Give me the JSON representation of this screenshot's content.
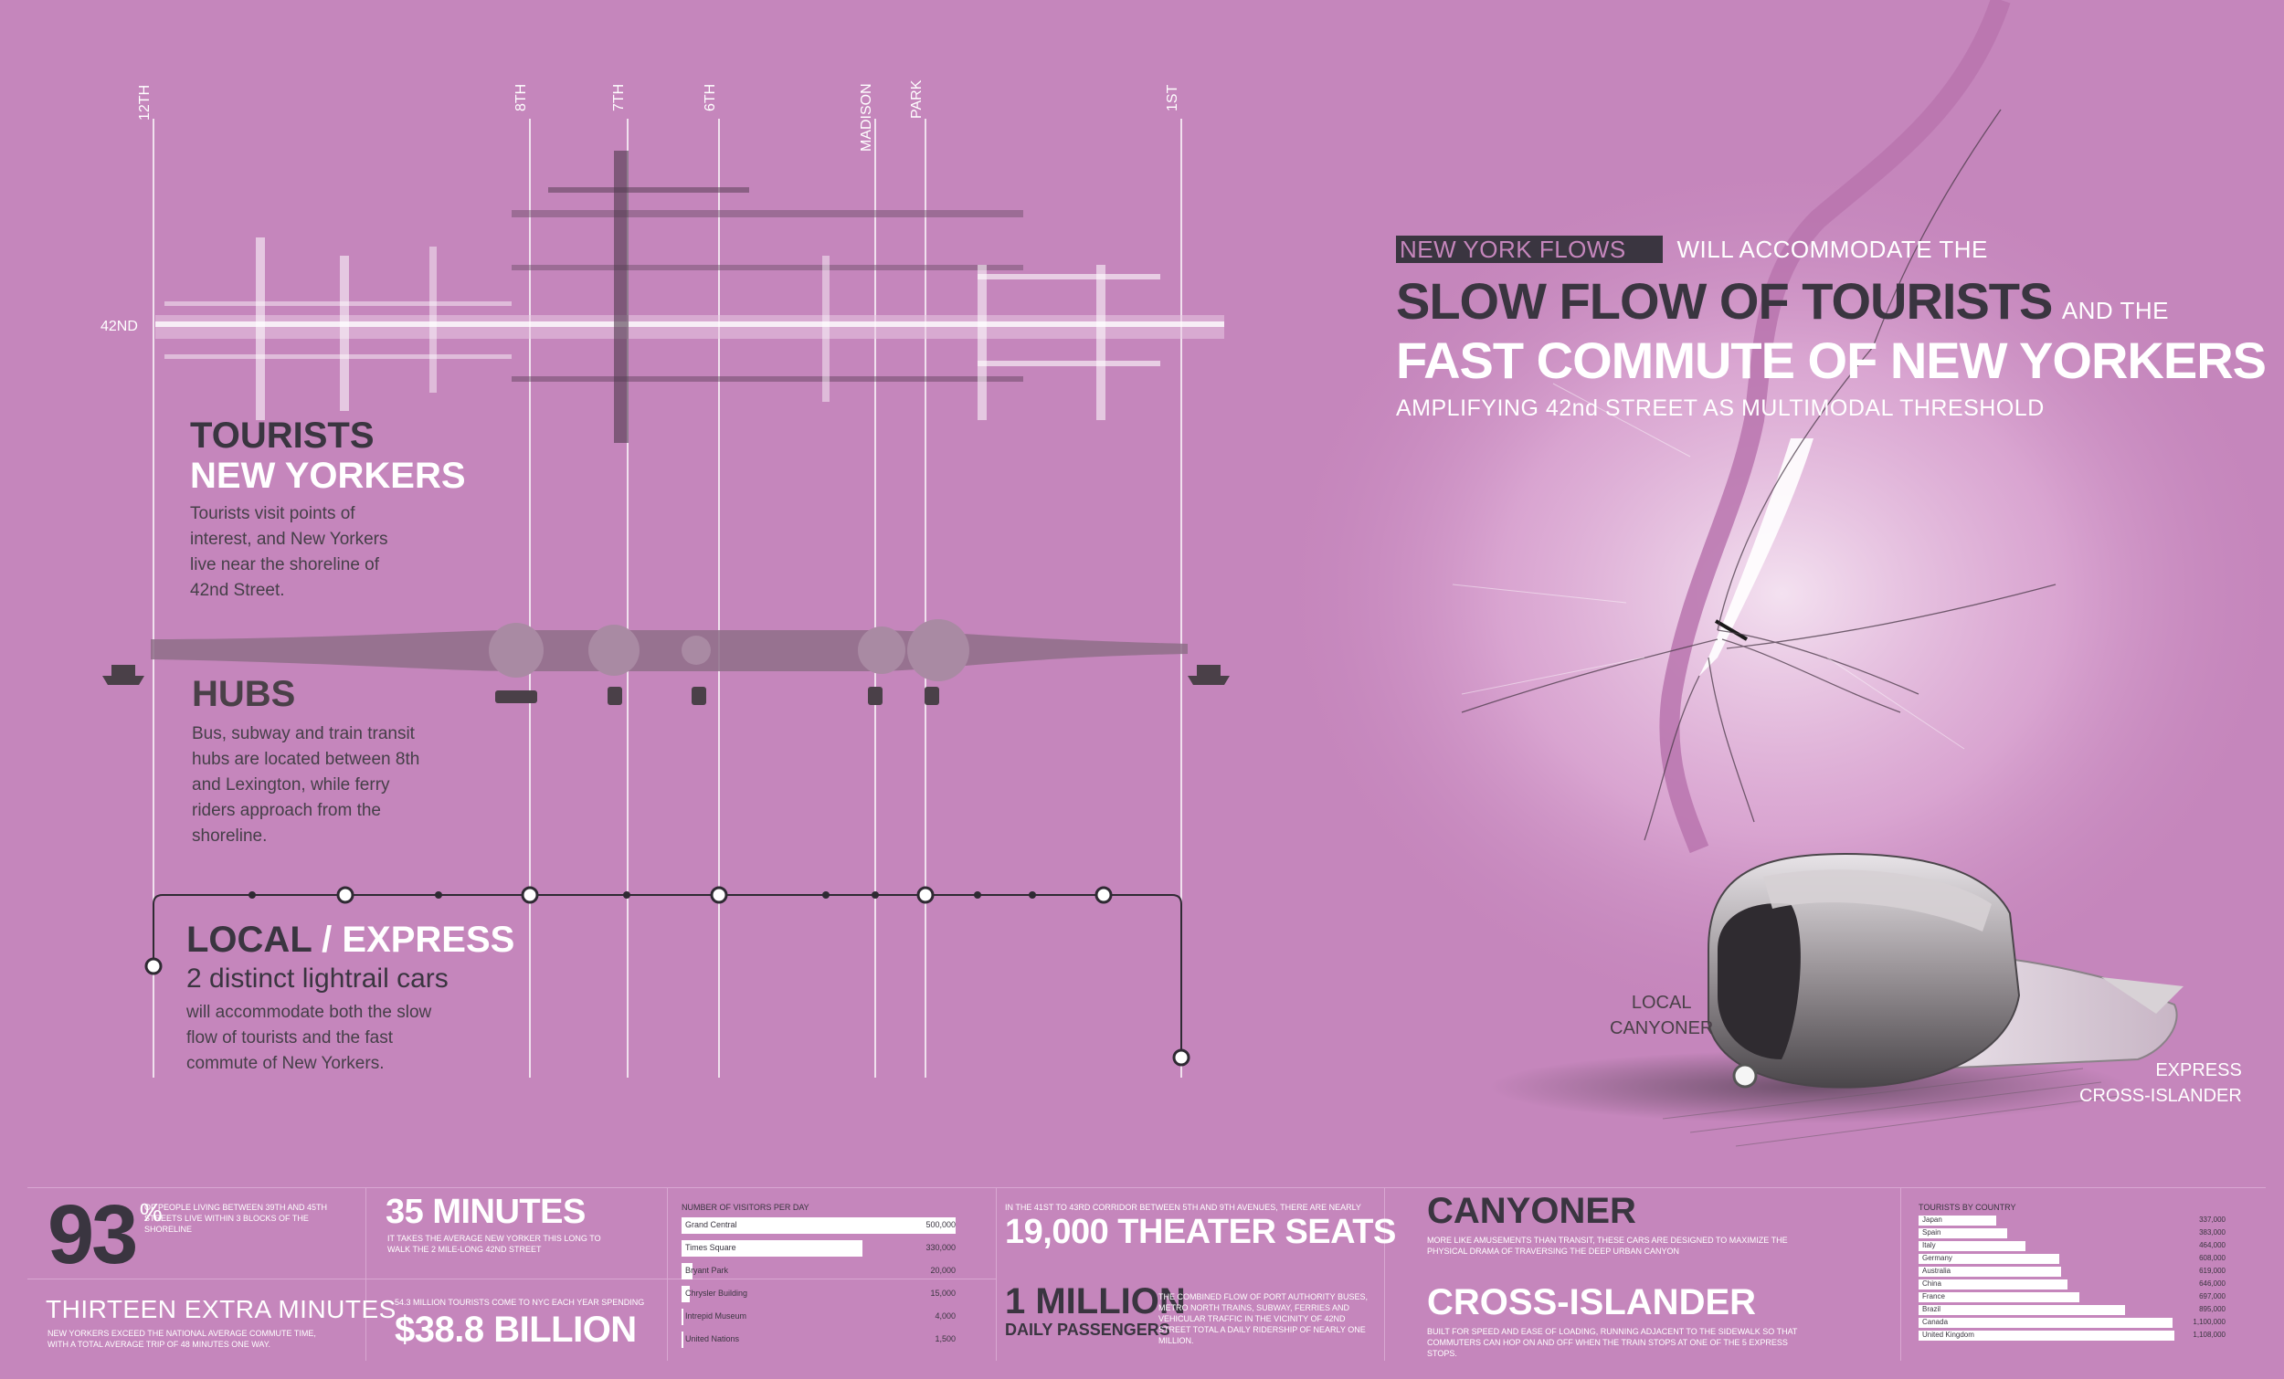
{
  "streets": [
    "12TH",
    "8TH",
    "7TH",
    "6TH",
    "MADISON",
    "PARK",
    "1ST"
  ],
  "street_42": "42ND",
  "tourists": {
    "title_1": "TOURISTS",
    "title_2": "NEW YORKERS",
    "body": "Tourists visit points of interest, and New Yorkers live near the shoreline of 42nd Street."
  },
  "hubs": {
    "title": "HUBS",
    "body": "Bus, subway and train transit hubs are located between 8th and Lexington, while ferry riders approach from the shoreline."
  },
  "local_express": {
    "title_a": "LOCAL",
    "slash": " / ",
    "title_b": "EXPRESS",
    "subtitle": "2 distinct lightrail cars",
    "body": "will accommodate both the slow flow of tourists and the fast commute of New Yorkers."
  },
  "header": {
    "tag": "NEW YORK FLOWS",
    "line1_rest": "WILL ACCOMMODATE THE",
    "line2_big": "SLOW FLOW OF TOURISTS",
    "line2_small": "AND THE",
    "line3_big": "FAST COMMUTE OF NEW YORKERS",
    "line4": "AMPLIFYING 42nd STREET AS MULTIMODAL THRESHOLD"
  },
  "train_labels": {
    "local_1": "LOCAL",
    "local_2": "CANYONER",
    "express_1": "EXPRESS",
    "express_2": "CROSS-ISLANDER"
  },
  "stats": {
    "pct_value": "93",
    "pct_symbol": "%",
    "pct_note": "OF PEOPLE LIVING BETWEEN 39th and 45th STREETS LIVE WITHIN 3 BLOCKS OF THE SHORELINE",
    "extra_title": "THIRTEEN EXTRA MINUTES",
    "extra_note": "NEW YORKERS EXCEED THE NATIONAL AVERAGE COMMUTE TIME, WITH A TOTAL AVERAGE TRIP OF 48 MINUTES ONE WAY.",
    "minutes_title": "35 MINUTES",
    "minutes_note": "IT TAKES THE AVERAGE NEW YORKER THIS LONG TO WALK THE 2 MILE-LONG 42ND STREET",
    "spend_note": "54.3 MILLION TOURISTS COME TO NYC EACH YEAR SPENDING",
    "spend_value": "$38.8 BILLION",
    "visitors_title": "NUMBER OF VISITORS PER DAY",
    "theater_note": "IN THE 41ST TO 43RD CORRIDOR BETWEEN 5TH AND 9TH AVENUES, THERE ARE NEARLY",
    "theater_value": "19,000 THEATER SEATS",
    "million_value": "1 MILLION",
    "million_sub": "DAILY PASSENGERS",
    "million_note": "THE COMBINED FLOW OF PORT AUTHORITY BUSES, METRO NORTH TRAINS, SUBWAY, FERRIES AND VEHICULAR TRAFFIC IN THE VICINITY OF 42ND STREET TOTAL A DAILY RIDERSHIP OF NEARLY ONE MILLION.",
    "canyoner_title": "CANYONER",
    "canyoner_note": "MORE LIKE AMUSEMENTS THAN TRANSIT, THESE CARS ARE DESIGNED TO MAXIMIZE THE PHYSICAL DRAMA OF TRAVERSING THE DEEP URBAN CANYON",
    "islander_title": "CROSS-ISLANDER",
    "islander_note": "BUILT FOR SPEED AND EASE OF LOADING, RUNNING ADJACENT TO THE SIDEWALK SO THAT COMMUTERS CAN HOP ON AND OFF WHEN THE TRAIN STOPS AT ONE OF THE 5 EXPRESS STOPS.",
    "country_title": "TOURISTS BY COUNTRY"
  },
  "visitors": [
    {
      "label": "Grand Central",
      "display": "500,000",
      "value": 500000
    },
    {
      "label": "Times Square",
      "display": "330,000",
      "value": 330000
    },
    {
      "label": "Bryant Park",
      "display": "20,000",
      "value": 20000
    },
    {
      "label": "Chrysler Building",
      "display": "15,000",
      "value": 15000
    },
    {
      "label": "Intrepid Museum",
      "display": "4,000",
      "value": 4000
    },
    {
      "label": "United Nations",
      "display": "1,500",
      "value": 1500
    }
  ],
  "countries": [
    {
      "label": "Japan",
      "display": "337,000",
      "value": 337000
    },
    {
      "label": "Spain",
      "display": "383,000",
      "value": 383000
    },
    {
      "label": "Italy",
      "display": "464,000",
      "value": 464000
    },
    {
      "label": "Germany",
      "display": "608,000",
      "value": 608000
    },
    {
      "label": "Australia",
      "display": "619,000",
      "value": 619000
    },
    {
      "label": "China",
      "display": "646,000",
      "value": 646000
    },
    {
      "label": "France",
      "display": "697,000",
      "value": 697000
    },
    {
      "label": "Brazil",
      "display": "895,000",
      "value": 895000
    },
    {
      "label": "Canada",
      "display": "1,100,000",
      "value": 1100000
    },
    {
      "label": "United Kingdom",
      "display": "1,108,000",
      "value": 1108000
    }
  ],
  "colors": {
    "background": "#c586bc",
    "dark": "#3a3540",
    "hub_band": "#8e6e88",
    "white": "#ffffff"
  }
}
